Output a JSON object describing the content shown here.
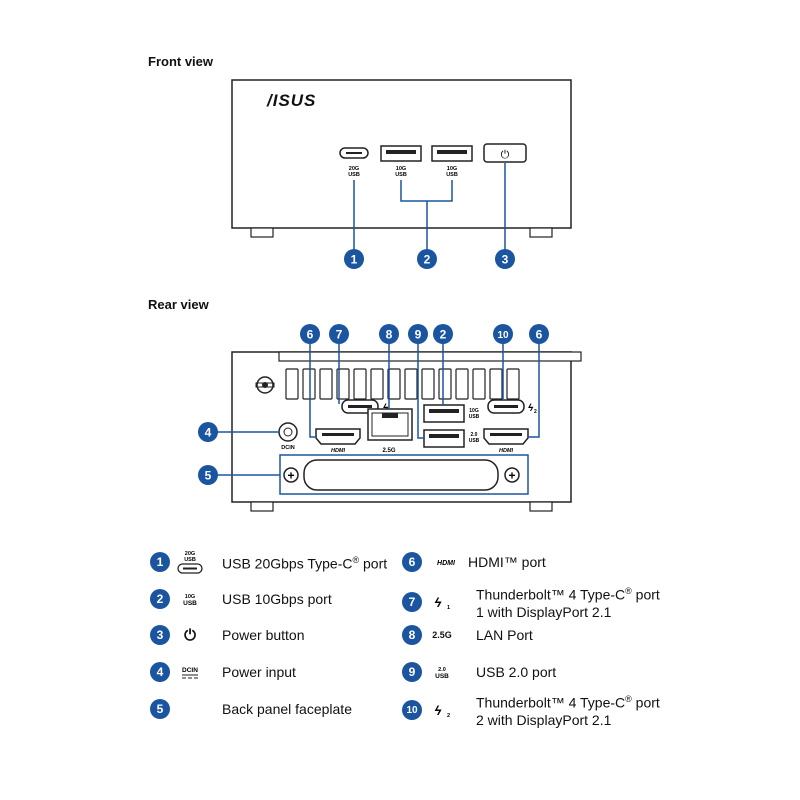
{
  "sections": {
    "front_title": "Front view",
    "rear_title": "Rear view"
  },
  "device_text": {
    "brand": "/ISUS",
    "usb20g_line1": "20G",
    "usb20g_line2": "USB",
    "usb10g_line1": "10G",
    "usb10g_line2": "USB",
    "usb2_line1": "2.0",
    "usb2_line2": "USB",
    "lan_label": "2.5G",
    "hdmi_label": "HDMI",
    "dcin_label": "DCIN",
    "tb1_sub": "1",
    "tb2_sub": "2",
    "power_glyph": "⏻",
    "plus_glyph": "+"
  },
  "callouts": {
    "n1": "1",
    "n2": "2",
    "n3": "3",
    "n4": "4",
    "n5": "5",
    "n6": "6",
    "n7": "7",
    "n8": "8",
    "n9": "9",
    "n10": "10"
  },
  "legend": [
    {
      "num": "1",
      "icon": "usb-c-20g-icon",
      "text": "USB 20Gbps Type-C",
      "sup": "®",
      "tail": " port"
    },
    {
      "num": "2",
      "icon": "usb-10g-icon",
      "text": "USB 10Gbps port",
      "sup": "",
      "tail": ""
    },
    {
      "num": "3",
      "icon": "power-icon",
      "text": "Power button",
      "sup": "",
      "tail": ""
    },
    {
      "num": "4",
      "icon": "dcin-icon",
      "text": "Power input",
      "sup": "",
      "tail": ""
    },
    {
      "num": "5",
      "icon": "",
      "text": "Back panel faceplate",
      "sup": "",
      "tail": ""
    },
    {
      "num": "6",
      "icon": "hdmi-icon",
      "text": "HDMI™ port",
      "sup": "",
      "tail": ""
    },
    {
      "num": "7",
      "icon": "thunderbolt-1-icon",
      "text": "Thunderbolt™ 4 Type-C",
      "sup": "®",
      "tail": " port",
      "line2": "1 with DisplayPort 2.1"
    },
    {
      "num": "8",
      "icon": "lan-icon",
      "text": "LAN Port",
      "sup": "",
      "tail": ""
    },
    {
      "num": "9",
      "icon": "usb-2-icon",
      "text": "USB 2.0 port",
      "sup": "",
      "tail": ""
    },
    {
      "num": "10",
      "icon": "thunderbolt-2-icon",
      "text": "Thunderbolt™ 4 Type-C",
      "sup": "®",
      "tail": " port",
      "line2": "2 with DisplayPort 2.1"
    }
  ],
  "colors": {
    "accent": "#1b55a0",
    "outline": "#222222"
  }
}
